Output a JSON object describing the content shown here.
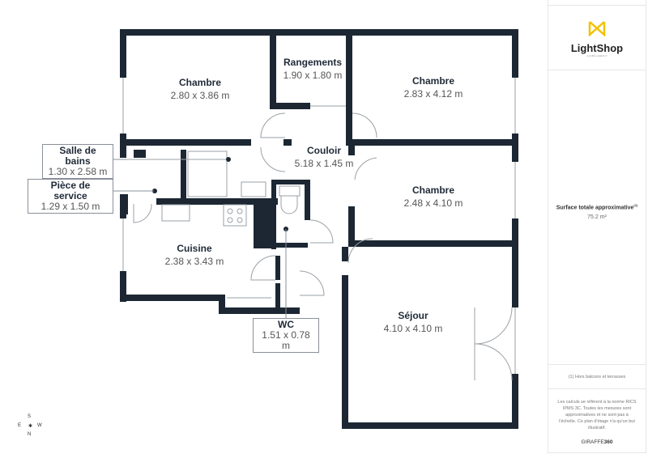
{
  "rooms": [
    {
      "name": "Chambre",
      "dims": "2.80 x 3.86 m"
    },
    {
      "name": "Rangements",
      "dims": "1.90 x 1.80 m"
    },
    {
      "name": "Chambre",
      "dims": "2.83 x 4.12 m"
    },
    {
      "name": "Couloir",
      "dims": "5.18 x 1.45 m"
    },
    {
      "name": "Chambre",
      "dims": "2.48 x 4.10 m"
    },
    {
      "name": "Cuisine",
      "dims": "2.38 x 3.43 m"
    },
    {
      "name": "Séjour",
      "dims": "4.10 x 4.10 m"
    }
  ],
  "callouts": [
    {
      "name": "Salle de bains",
      "dims": "1.30 x 2.58 m"
    },
    {
      "name": "Pièce de service",
      "dims": "1.29 x 1.50 m"
    },
    {
      "name": "WC",
      "dims": "1.51 x 0.78 m"
    }
  ],
  "compass": {
    "n": "N",
    "s": "S",
    "e": "E",
    "w": "W"
  },
  "sidebar": {
    "logo": "LightShop",
    "logo_sub": "GLOBAL AGENCY",
    "logo_color": "#f2c200",
    "surface_label": "Surface totale approximative",
    "surface_note_ref": "(1)",
    "surface_value": "75.2 m²",
    "footnote": "(1) Hors balcons et terrasses",
    "disclaimer": "Les calculs se réfèrent à la norme RICS IPMS 3C. Toutes les mesures sont approximatives et ne sont pas à l'échelle. Ce plan d'étage n'a qu'un but illustratif.",
    "brand_a": "GIRAFFE",
    "brand_b": "360"
  },
  "colors": {
    "wall": "#1c2733",
    "fixture": "#9aa0a6"
  }
}
